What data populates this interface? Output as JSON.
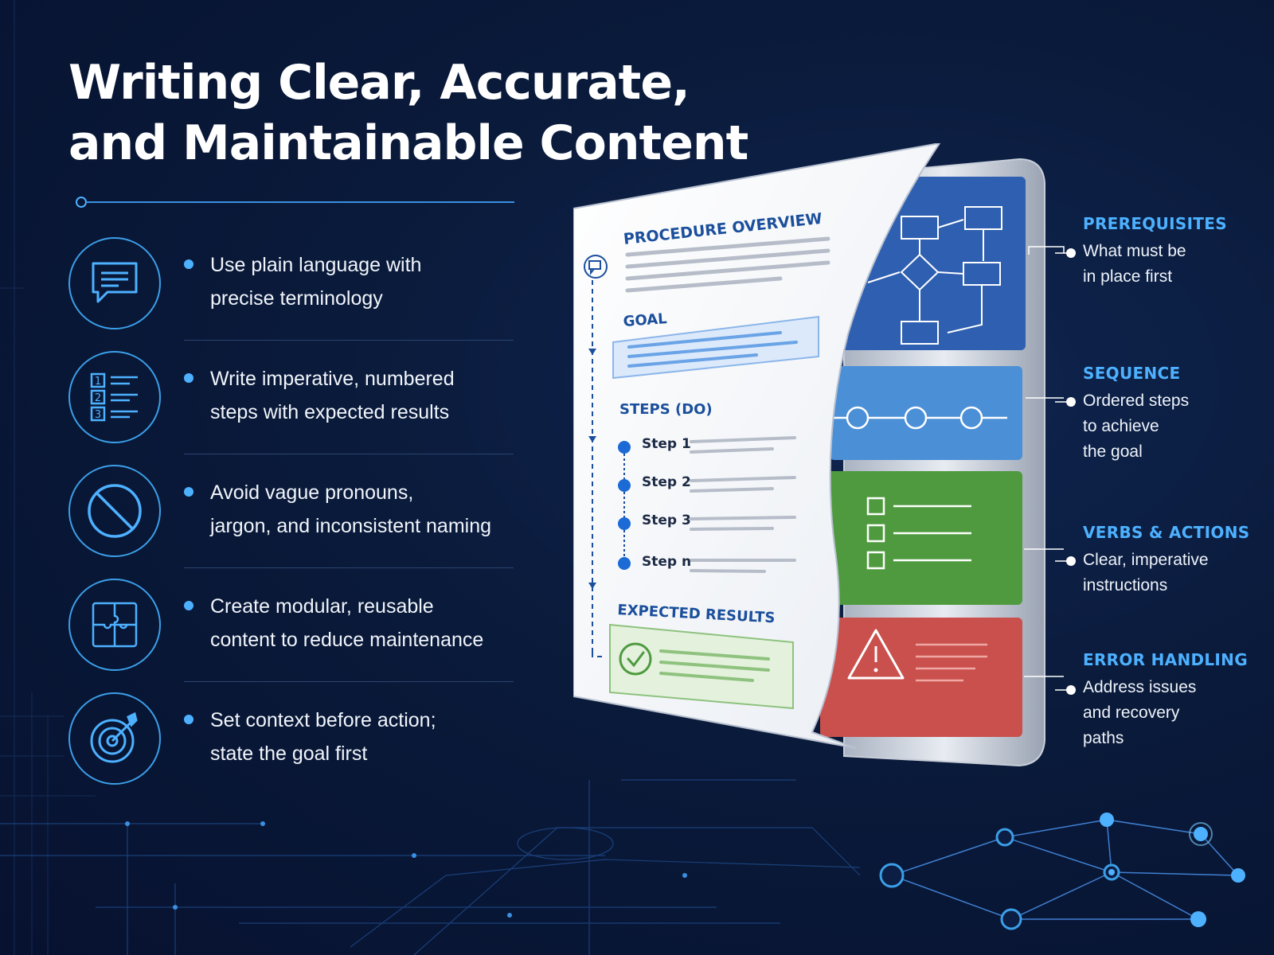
{
  "title": {
    "line1": "Writing Clear, Accurate,",
    "line2": "and Maintainable Content"
  },
  "features": [
    {
      "icon": "chat-message-icon",
      "line1": "Use plain language with",
      "line2": "precise terminology"
    },
    {
      "icon": "numbered-list-icon",
      "line1": "Write imperative, numbered",
      "line2": "steps with expected results"
    },
    {
      "icon": "prohibited-icon",
      "line1": "Avoid vague pronouns,",
      "line2": "jargon, and inconsistent naming"
    },
    {
      "icon": "puzzle-icon",
      "line1": "Create modular, reusable",
      "line2": "content to reduce maintenance"
    },
    {
      "icon": "target-icon",
      "line1": "Set context before action;",
      "line2": "state the goal first"
    }
  ],
  "document": {
    "overview": "PROCEDURE OVERVIEW",
    "goal": "GOAL",
    "steps_heading": "STEPS (DO)",
    "steps": [
      "Step 1",
      "Step 2",
      "Step 3",
      "Step n"
    ],
    "expected_results": "EXPECTED RESULTS",
    "list_numbers": [
      "1",
      "2",
      "3"
    ]
  },
  "callouts": [
    {
      "title": "PREREQUISITES",
      "lines": [
        "What must be",
        "in place first"
      ],
      "color": "#2f5fb0"
    },
    {
      "title": "SEQUENCE",
      "lines": [
        "Ordered steps",
        "to achieve",
        "the goal"
      ],
      "color": "#4b8fd6"
    },
    {
      "title": "VERBS & ACTIONS",
      "lines": [
        "Clear, imperative",
        "instructions"
      ],
      "color": "#4f9a3f"
    },
    {
      "title": "ERROR HANDLING",
      "lines": [
        "Address issues",
        "and recovery",
        "paths"
      ],
      "color": "#c9504c"
    }
  ],
  "colors": {
    "accent": "#4db1ff",
    "background": "#0a1a3a",
    "doc_heading": "#1b4f9c"
  }
}
